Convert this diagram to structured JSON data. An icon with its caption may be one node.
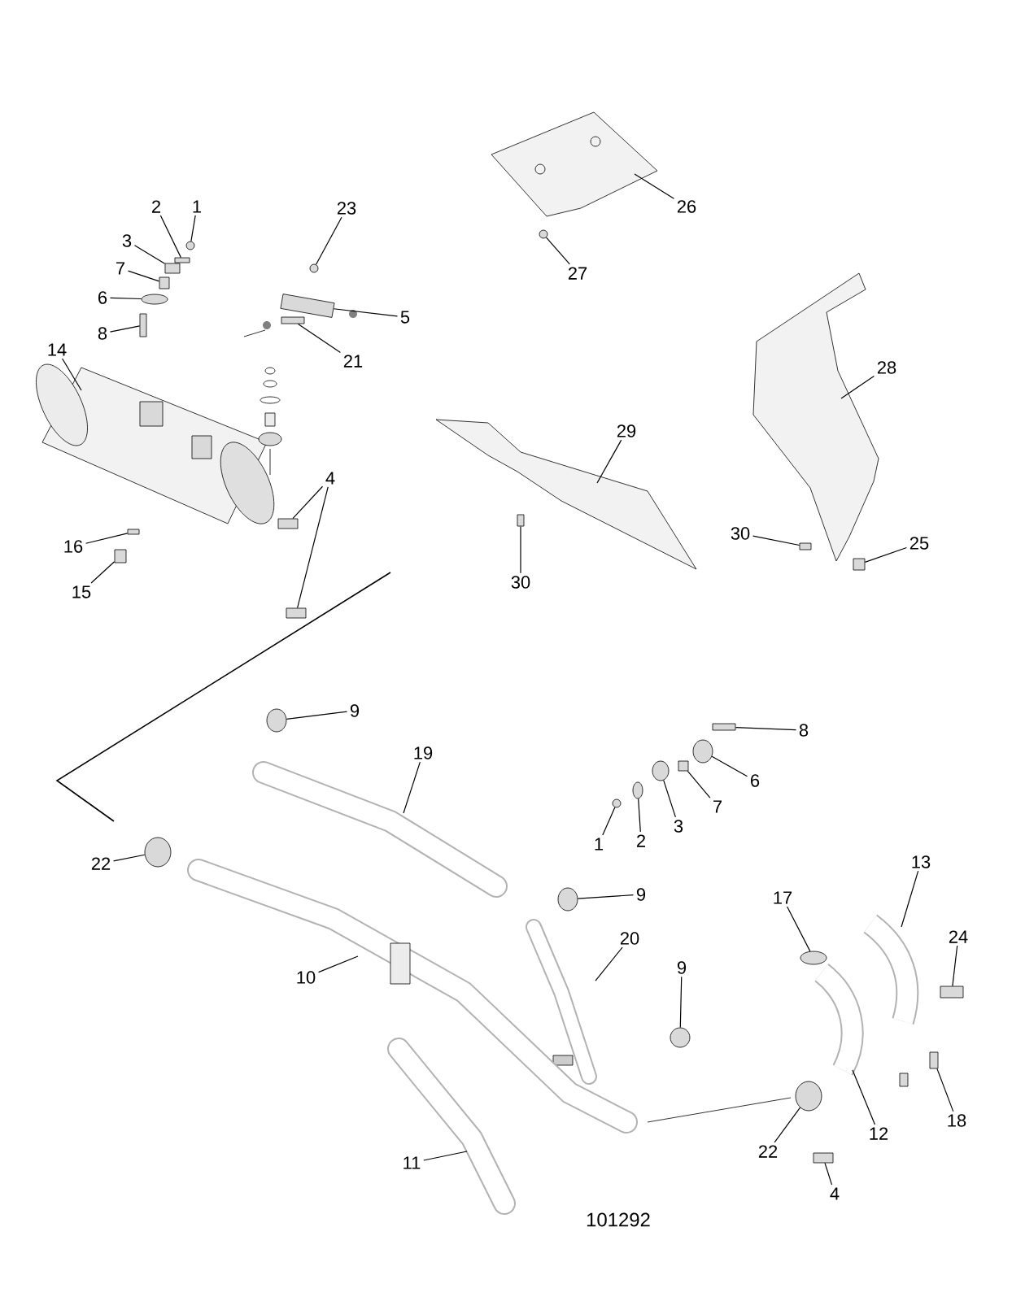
{
  "diagram": {
    "nodes": [
      {
        "text": [
          "26"
        ]
      },
      {
        "text": [
          "2"
        ]
      },
      {
        "text": [
          "1"
        ]
      },
      {
        "text": [
          "23"
        ]
      },
      {
        "text": [
          "3"
        ]
      },
      {
        "text": [
          "7"
        ]
      },
      {
        "text": [
          "27"
        ]
      },
      {
        "text": [
          "6"
        ]
      },
      {
        "text": [
          "5"
        ]
      },
      {
        "text": [
          "8"
        ]
      },
      {
        "text": [
          "14"
        ]
      },
      {
        "text": [
          "21"
        ]
      },
      {
        "text": [
          "28"
        ]
      },
      {
        "text": [
          "29"
        ]
      },
      {
        "text": [
          "4"
        ]
      },
      {
        "text": [
          "30"
        ]
      },
      {
        "text": [
          "25"
        ]
      },
      {
        "text": [
          "16"
        ]
      },
      {
        "text": [
          "30"
        ]
      },
      {
        "text": [
          "15"
        ]
      },
      {
        "text": [
          "9"
        ]
      },
      {
        "text": [
          "8"
        ]
      },
      {
        "text": [
          "19"
        ]
      },
      {
        "text": [
          "6"
        ]
      },
      {
        "text": [
          "7"
        ]
      },
      {
        "text": [
          "3"
        ]
      },
      {
        "text": [
          "2"
        ]
      },
      {
        "text": [
          "1"
        ]
      },
      {
        "text": [
          "22"
        ]
      },
      {
        "text": [
          "13"
        ]
      },
      {
        "text": [
          "9"
        ]
      },
      {
        "text": [
          "17"
        ]
      },
      {
        "text": [
          "24"
        ]
      },
      {
        "text": [
          "20"
        ]
      },
      {
        "text": [
          "9"
        ]
      },
      {
        "text": [
          "10"
        ]
      },
      {
        "text": [
          "18"
        ]
      },
      {
        "text": [
          "12"
        ]
      },
      {
        "text": [
          "22"
        ]
      },
      {
        "text": [
          "11"
        ]
      },
      {
        "text": [
          "4"
        ]
      },
      {
        "text": [],
        "shape": "box"
      },
      {
        "text": [],
        "shape": "circle"
      },
      {
        "text": [],
        "shape": "circle"
      },
      {
        "text": [],
        "shape": "box"
      },
      {
        "text": [],
        "shape": "box"
      },
      {
        "text": [],
        "shape": "circle"
      },
      {
        "text": [],
        "shape": "circle"
      },
      {
        "text": [],
        "shape": "box"
      },
      {
        "text": [],
        "shape": "box"
      },
      {
        "text": [],
        "shape": "box"
      },
      {
        "text": [],
        "shape": "box"
      },
      {
        "text": [],
        "shape": "box"
      },
      {
        "text": [],
        "shape": "box"
      },
      {
        "text": [],
        "shape": "box"
      },
      {
        "text": [],
        "shape": "box"
      },
      {
        "text": [],
        "shape": "box"
      },
      {
        "text": [],
        "shape": "circle"
      },
      {
        "text": [],
        "shape": "box"
      },
      {
        "text": [],
        "shape": "circle"
      },
      {
        "text": [],
        "shape": "box"
      },
      {
        "text": [],
        "shape": "circle"
      },
      {
        "text": [],
        "shape": "circle"
      },
      {
        "text": [],
        "shape": "circle"
      },
      {
        "text": [],
        "shape": "circle"
      },
      {
        "text": [],
        "shape": "circle"
      },
      {
        "text": [],
        "shape": "circle"
      },
      {
        "text": [],
        "shape": "box"
      },
      {
        "text": [],
        "shape": "circle"
      },
      {
        "text": [],
        "shape": "box"
      },
      {
        "text": [],
        "shape": "circle"
      },
      {
        "text": [],
        "shape": "box"
      },
      {
        "text": [],
        "shape": "box"
      }
    ],
    "edges": [
      {
        "from": 0,
        "to": null,
        "arrow": "none"
      },
      {
        "from": 1,
        "to": 41,
        "arrow": "none"
      },
      {
        "from": 2,
        "to": 42,
        "arrow": "none"
      },
      {
        "from": 3,
        "to": 43,
        "arrow": "none"
      },
      {
        "from": 4,
        "to": 44,
        "arrow": "none"
      },
      {
        "from": 5,
        "to": 45,
        "arrow": "none"
      },
      {
        "from": 6,
        "to": 46,
        "arrow": "none"
      },
      {
        "from": 7,
        "to": 47,
        "arrow": "none"
      },
      {
        "from": 8,
        "to": 72,
        "arrow": "none"
      },
      {
        "from": 9,
        "to": 48,
        "arrow": "none"
      },
      {
        "from": 10,
        "to": null,
        "arrow": "none"
      },
      {
        "from": 11,
        "to": 49,
        "arrow": "none"
      },
      {
        "from": 12,
        "to": null,
        "arrow": "none"
      },
      {
        "from": 13,
        "to": null,
        "arrow": "none"
      },
      {
        "from": 14,
        "to": 50,
        "arrow": "none"
      },
      {
        "from": 14,
        "to": 51,
        "arrow": "none"
      },
      {
        "from": 15,
        "to": 52,
        "arrow": "none"
      },
      {
        "from": 16,
        "to": 53,
        "arrow": "none"
      },
      {
        "from": 17,
        "to": 54,
        "arrow": "none"
      },
      {
        "from": 18,
        "to": 55,
        "arrow": "none"
      },
      {
        "from": 19,
        "to": 56,
        "arrow": "none"
      },
      {
        "from": 20,
        "to": 57,
        "arrow": "none"
      },
      {
        "from": 21,
        "to": 58,
        "arrow": "none"
      },
      {
        "from": 22,
        "to": null,
        "arrow": "none"
      },
      {
        "from": 23,
        "to": 59,
        "arrow": "none"
      },
      {
        "from": 24,
        "to": 60,
        "arrow": "none"
      },
      {
        "from": 25,
        "to": 61,
        "arrow": "none"
      },
      {
        "from": 26,
        "to": 62,
        "arrow": "none"
      },
      {
        "from": 27,
        "to": 63,
        "arrow": "none"
      },
      {
        "from": 28,
        "to": 64,
        "arrow": "none"
      },
      {
        "from": 29,
        "to": null,
        "arrow": "none"
      },
      {
        "from": 30,
        "to": 65,
        "arrow": "none"
      },
      {
        "from": 31,
        "to": 66,
        "arrow": "none"
      },
      {
        "from": 32,
        "to": 67,
        "arrow": "none"
      },
      {
        "from": 33,
        "to": null,
        "arrow": "none"
      },
      {
        "from": 34,
        "to": 68,
        "arrow": "none"
      },
      {
        "from": 35,
        "to": null,
        "arrow": "none"
      },
      {
        "from": 36,
        "to": 69,
        "arrow": "none"
      },
      {
        "from": 37,
        "to": null,
        "arrow": "none"
      },
      {
        "from": 38,
        "to": 70,
        "arrow": "none"
      },
      {
        "from": 39,
        "to": null,
        "arrow": "none"
      },
      {
        "from": 40,
        "to": 71,
        "arrow": "none"
      }
    ],
    "labels": [
      "101292"
    ]
  }
}
